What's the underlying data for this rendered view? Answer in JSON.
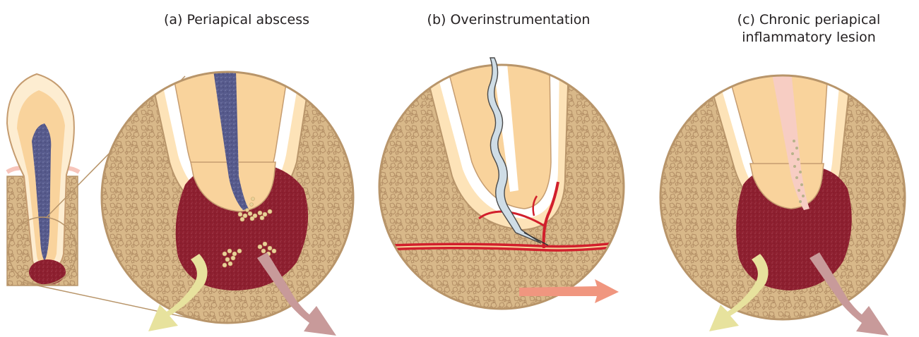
{
  "panels": {
    "a": {
      "title": "(a) Periapical abscess"
    },
    "b": {
      "title": "(b) Overinstrumentation"
    },
    "c": {
      "title_line1": "(c) Chronic periapical",
      "title_line2": "inflammatory lesion"
    }
  },
  "colors": {
    "bone": "#d8b889",
    "bone_pores": "#b08b62",
    "outline": "#b8956a",
    "dentin": "#fde3b8",
    "root_dentin": "#f9d39c",
    "enamel": "#fff3df",
    "pdl_space": "#ffffff",
    "necrotic_pulp": "#565a8c",
    "inflamed_pulp": "#f7cdc3",
    "lesion": "#8d1f2f",
    "blood_vessel": "#d11f2c",
    "pus_cells": "#e9d19a",
    "arrow_yellow": "#e7e29d",
    "arrow_mauve": "#c89a9a",
    "arrow_salmon": "#f0967f",
    "file": "#cfdde6"
  }
}
